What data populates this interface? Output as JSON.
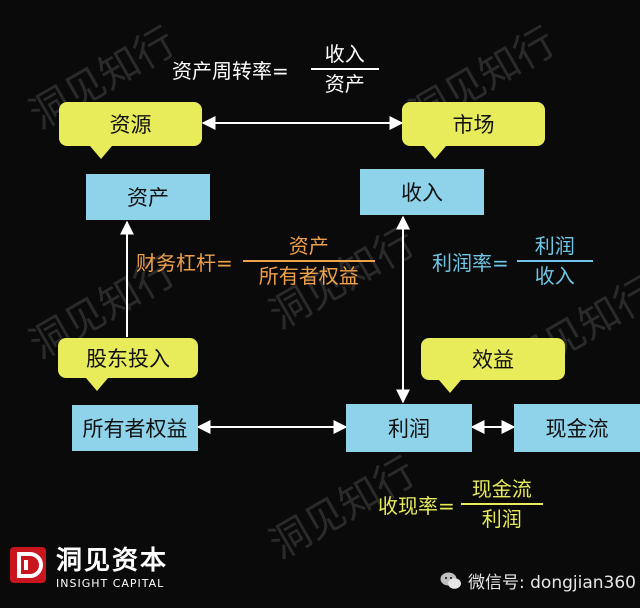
{
  "formulas": {
    "asset_turnover": {
      "label": "资产周转率=",
      "numerator": "收入",
      "denominator": "资产"
    },
    "leverage": {
      "label": "财务杠杆=",
      "numerator": "资产",
      "denominator": "所有者权益"
    },
    "profit_margin": {
      "label": "利润率=",
      "numerator": "利润",
      "denominator": "收入"
    },
    "cash_ratio": {
      "label": "收现率=",
      "numerator": "现金流",
      "denominator": "利润"
    }
  },
  "callouts": {
    "resources": "资源",
    "market": "市场",
    "shareholder_investment": "股东投入",
    "efficiency": "效益"
  },
  "nodes": {
    "assets": "资产",
    "revenue": "收入",
    "equity": "所有者权益",
    "profit": "利润",
    "cash_flow": "现金流"
  },
  "logo": {
    "name": "洞见资本",
    "subtitle": "INSIGHT CAPITAL"
  },
  "wechat": {
    "text": "微信号: dongjian360"
  },
  "watermark": "洞见知行",
  "colors": {
    "callout": "#e8ec5a",
    "node": "#8fd3ea",
    "leverage": "#f0a04a",
    "margin": "#6fc6e6",
    "cash": "#e8ec5a"
  }
}
